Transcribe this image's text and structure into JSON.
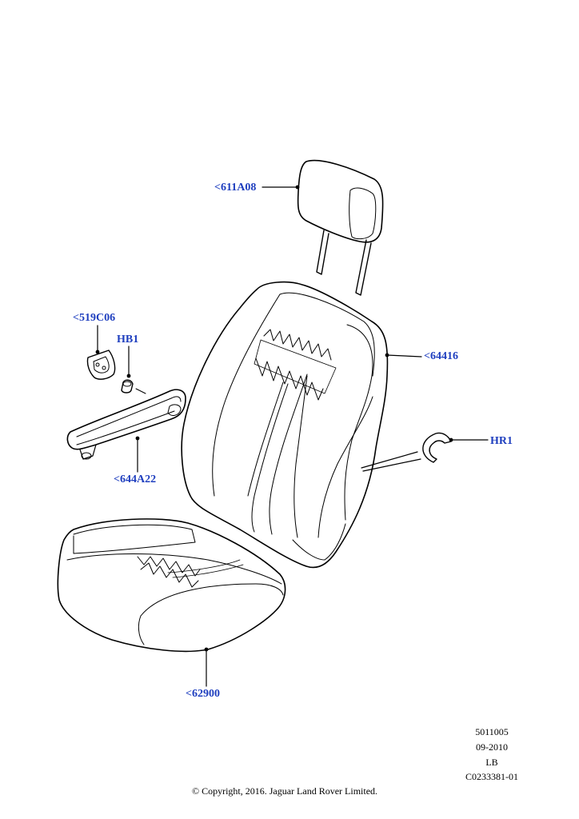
{
  "callouts": {
    "headrest": "<611A08",
    "backrest": "<64416",
    "bracket": "<519C06",
    "hb1": "HB1",
    "armrest": "<644A22",
    "hr1": "HR1",
    "cushion": "<62900"
  },
  "meta": {
    "code": "5011005",
    "date": "09-2010",
    "lang": "LB",
    "ref": "C0233381-01"
  },
  "copyright": "© Copyright, 2016. Jaguar Land Rover Limited.",
  "colors": {
    "callout": "#1f3fbf",
    "line": "#000000"
  }
}
